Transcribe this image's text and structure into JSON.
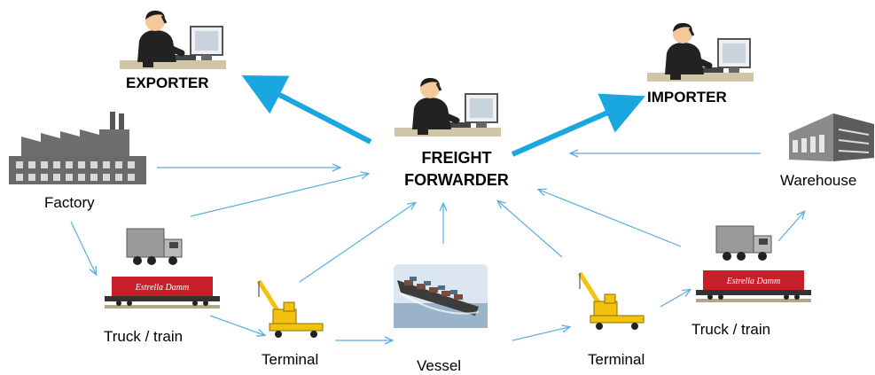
{
  "nodes": {
    "exporter": "EXPORTER",
    "importer": "IMPORTER",
    "forwarder_line1": "FREIGHT",
    "forwarder_line2": "FORWARDER",
    "factory": "Factory",
    "warehouse": "Warehouse",
    "truck_train_left": "Truck / train",
    "truck_train_right": "Truck / train",
    "terminal_left": "Terminal",
    "terminal_right": "Terminal",
    "vessel": "Vessel"
  },
  "wagon_text": "Estrella Damm",
  "colors": {
    "thick_arrow": "#1aa7e0",
    "thin_arrow": "#5aaee0",
    "container": "#c8202a",
    "crane": "#f2c20f",
    "monitor": "#dfe3e8"
  },
  "icons": [
    "businessman-at-computer-icon",
    "factory-icon",
    "warehouse-icon",
    "truck-icon",
    "train-wagon-icon",
    "crane-icon",
    "vessel-icon"
  ]
}
